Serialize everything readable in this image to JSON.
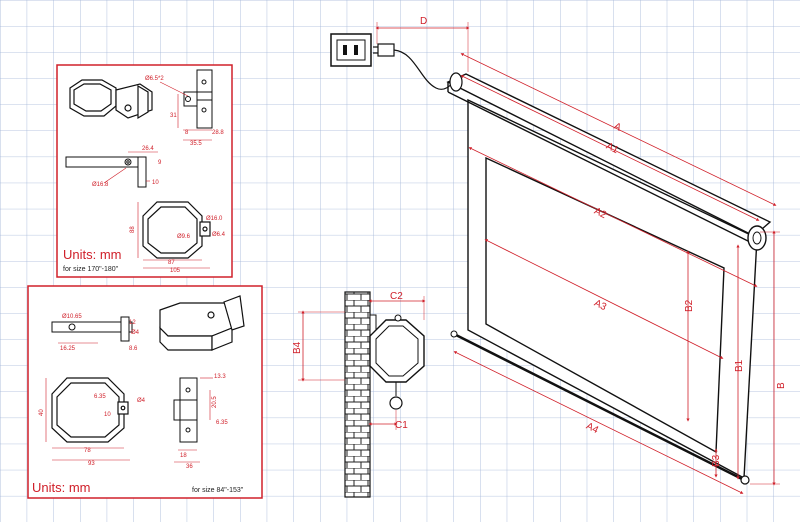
{
  "colors": {
    "grid": "#9fb3d6",
    "dimension": "#d0202a",
    "line": "#111111",
    "panel_border": "#d0202a"
  },
  "panel_top": {
    "units": "Units: mm",
    "size_note": "for size 170\"-180\"",
    "labels": {
      "hole": "Ø6.5*2",
      "d31": "31",
      "d8": "8",
      "d288": "28.8",
      "d355": "35.5",
      "d264": "26.4",
      "d9": "9",
      "d168": "Ø16.8",
      "d10": "10",
      "d16": "Ø16.0",
      "d96": "Ø9.6",
      "d64": "Ø6.4",
      "d88": "88",
      "d87": "87",
      "d105": "105"
    }
  },
  "panel_bottom": {
    "units": "Units: mm",
    "size_note": "for size 84\"-153\"",
    "labels": {
      "d1065": "Ø10.65",
      "d12": "12",
      "d4a": "Ø4",
      "d1625": "16.25",
      "d86": "8.6",
      "d635a": "6.35",
      "d4b": "Ø4",
      "d10": "10",
      "d40": "40",
      "d78": "78",
      "d93": "93",
      "d133": "13.3",
      "d205": "20.5",
      "d635b": "6.35",
      "d18": "18",
      "d36": "36"
    }
  },
  "wall_detail": {
    "C2": "C2",
    "B4": "B4",
    "C1": "C1"
  },
  "screen_dims": {
    "D": "D",
    "A": "A",
    "A1": "A1",
    "A2": "A2",
    "A3": "A3",
    "A4": "A4",
    "B": "B",
    "B1": "B1",
    "B2": "B2",
    "B3": "B3"
  }
}
